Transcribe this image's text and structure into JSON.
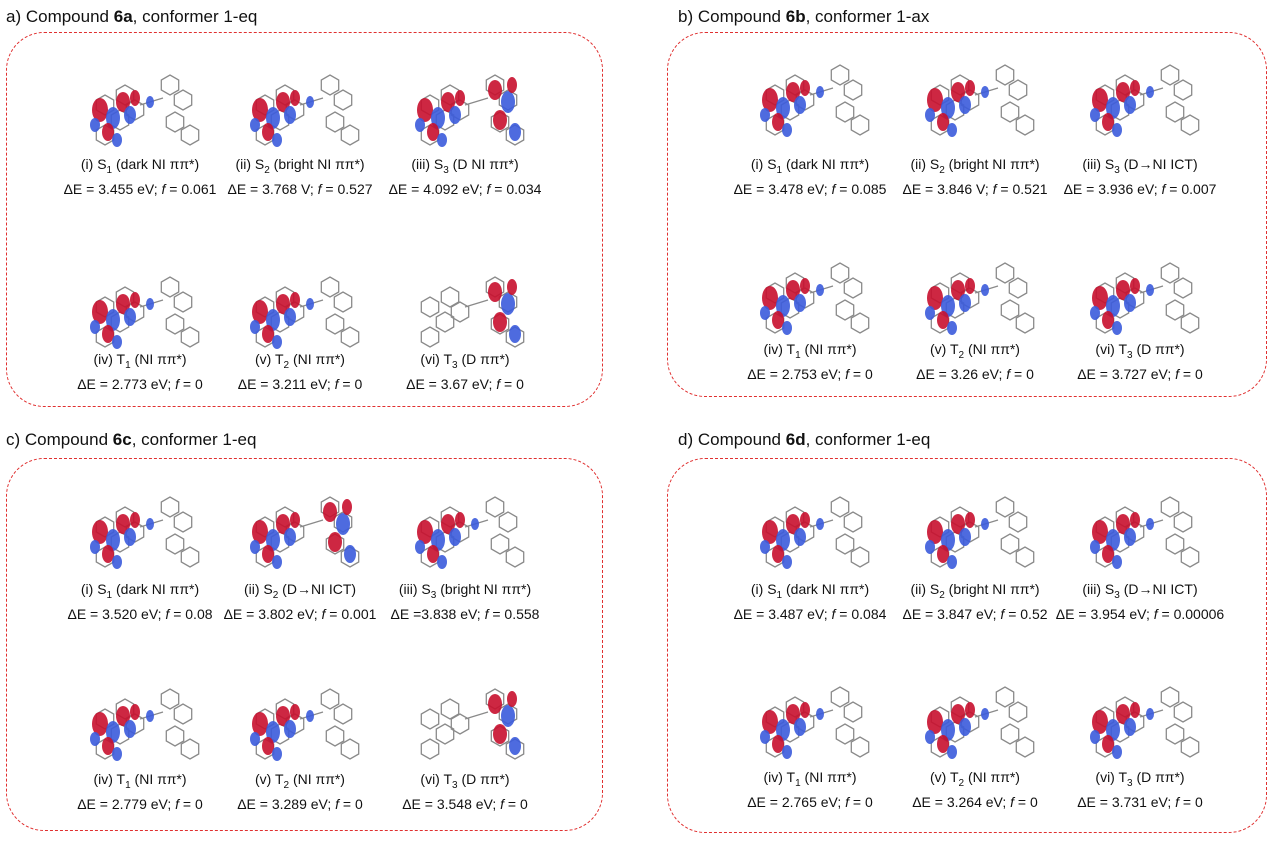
{
  "panels": [
    {
      "title_prefix": "a) Compound ",
      "compound": "6a",
      "title_suffix": ", conformer 1-eq",
      "states": [
        {
          "label_pre": "(i) S",
          "sub": "1",
          "label_post": " (dark NI ππ*)",
          "de": "ΔE = 3.455 eV;  ",
          "f_label": "f",
          "f_value": " = 0.061",
          "orbital_focus": "acceptor"
        },
        {
          "label_pre": "(ii) S",
          "sub": "2",
          "label_post": " (bright NI ππ*)",
          "de": "ΔE = 3.768 V; ",
          "f_label": "f",
          "f_value": " = 0.527",
          "orbital_focus": "acceptor"
        },
        {
          "label_pre": "(iii) S",
          "sub": "3",
          "label_post": " (D NI ππ*)",
          "de": "ΔE = 4.092 eV; ",
          "f_label": "f",
          "f_value": " = 0.034",
          "orbital_focus": "both"
        },
        {
          "label_pre": "(iv) T",
          "sub": "1",
          "label_post": " (NI ππ*)",
          "de": "ΔE =  2.773 eV; ",
          "f_label": "f",
          "f_value": " = 0",
          "orbital_focus": "acceptor"
        },
        {
          "label_pre": "(v) T",
          "sub": "2",
          "label_post": " (NI ππ*)",
          "de": "ΔE = 3.211 eV; ",
          "f_label": "f",
          "f_value": " = 0",
          "orbital_focus": "acceptor"
        },
        {
          "label_pre": "(vi) T",
          "sub": "3",
          "label_post": " (D ππ*)",
          "de": "ΔE = 3.67 eV; ",
          "f_label": "f",
          "f_value": " = 0",
          "orbital_focus": "donor"
        }
      ]
    },
    {
      "title_prefix": "b) Compound ",
      "compound": "6b",
      "title_suffix": ", conformer 1-ax",
      "states": [
        {
          "label_pre": "(i) S",
          "sub": "1",
          "label_post": " (dark NI ππ*)",
          "de": "ΔE = 3.478 eV;  ",
          "f_label": "f",
          "f_value": " = 0.085",
          "orbital_focus": "acceptor"
        },
        {
          "label_pre": "(ii) S",
          "sub": "2",
          "label_post": " (bright NI ππ*)",
          "de": "ΔE = 3.846 V; ",
          "f_label": "f",
          "f_value": " = 0.521",
          "orbital_focus": "acceptor"
        },
        {
          "label_pre": "(iii) S",
          "sub": "3",
          "label_post": " (D→NI ICT)",
          "de": "ΔE = 3.936 eV; ",
          "f_label": "f",
          "f_value": " = 0.007",
          "orbital_focus": "acceptor"
        },
        {
          "label_pre": "(iv) T",
          "sub": "1",
          "label_post": " (NI ππ*)",
          "de": "ΔE =  2.753 eV; ",
          "f_label": "f",
          "f_value": " = 0",
          "orbital_focus": "acceptor"
        },
        {
          "label_pre": "(v) T",
          "sub": "2",
          "label_post": " (NI ππ*)",
          "de": "ΔE = 3.26 eV; ",
          "f_label": "f",
          "f_value": " = 0",
          "orbital_focus": "acceptor"
        },
        {
          "label_pre": "(vi) T",
          "sub": "3",
          "label_post": " (D ππ*)",
          "de": "ΔE = 3.727 eV; ",
          "f_label": "f",
          "f_value": " = 0",
          "orbital_focus": "acceptor"
        }
      ]
    },
    {
      "title_prefix": "c) Compound ",
      "compound": "6c",
      "title_suffix": ", conformer 1-eq",
      "states": [
        {
          "label_pre": "(i) S",
          "sub": "1",
          "label_post": " (dark NI ππ*)",
          "de": "ΔE = 3.520  eV; ",
          "f_label": "f",
          "f_value": " = 0.08",
          "orbital_focus": "acceptor"
        },
        {
          "label_pre": "(ii) S",
          "sub": "2",
          "label_post": " (D→NI ICT)",
          "de": "ΔE = 3.802 eV; ",
          "f_label": "f",
          "f_value": " = 0.001",
          "orbital_focus": "both"
        },
        {
          "label_pre": "(iii) S",
          "sub": "3",
          "label_post": " (bright NI ππ*)",
          "de": "ΔE =3.838  eV; ",
          "f_label": "f",
          "f_value": " = 0.558",
          "orbital_focus": "acceptor"
        },
        {
          "label_pre": "(iv) T",
          "sub": "1",
          "label_post": " (NI ππ*)",
          "de": "ΔE = 2.779 eV; ",
          "f_label": "f",
          "f_value": " = 0",
          "orbital_focus": "acceptor"
        },
        {
          "label_pre": "(v) T",
          "sub": "2",
          "label_post": " (NI ππ*)",
          "de": "ΔE = 3.289 eV; ",
          "f_label": "f",
          "f_value": " = 0",
          "orbital_focus": "acceptor"
        },
        {
          "label_pre": "(vi) T",
          "sub": "3",
          "label_post": " (D ππ*)",
          "de": "ΔE = 3.548  eV; ",
          "f_label": "f",
          "f_value": " = 0",
          "orbital_focus": "donor"
        }
      ]
    },
    {
      "title_prefix": "d) Compound ",
      "compound": "6d",
      "title_suffix": ", conformer 1-eq",
      "states": [
        {
          "label_pre": "(i) S",
          "sub": "1",
          "label_post": " (dark NI ππ*)",
          "de": "ΔE = 3.487  eV; ",
          "f_label": "f",
          "f_value": " = 0.084",
          "orbital_focus": "acceptor"
        },
        {
          "label_pre": "(ii) S",
          "sub": "2",
          "label_post": " (bright NI ππ*)",
          "de": "ΔE = 3.847  eV; ",
          "f_label": "f",
          "f_value": " = 0.52",
          "orbital_focus": "acceptor"
        },
        {
          "label_pre": "(iii) S",
          "sub": "3",
          "label_post": " (D→NI ICT)",
          "de": "ΔE = 3.954  eV; ",
          "f_label": "f",
          "f_value": " = 0.00006",
          "orbital_focus": "acceptor"
        },
        {
          "label_pre": "(iv) T",
          "sub": "1",
          "label_post": " (NI ππ*)",
          "de": "ΔE = 2.765 eV; ",
          "f_label": "f",
          "f_value": " = 0",
          "orbital_focus": "acceptor"
        },
        {
          "label_pre": "(v) T",
          "sub": "2",
          "label_post": " (NI ππ*)",
          "de": "ΔE = 3.264  eV; ",
          "f_label": "f",
          "f_value": " = 0",
          "orbital_focus": "acceptor"
        },
        {
          "label_pre": "(vi) T",
          "sub": "3",
          "label_post": " (D ππ*)",
          "de": "ΔE = 3.731 eV; ",
          "f_label": "f",
          "f_value": " = 0",
          "orbital_focus": "acceptor"
        }
      ]
    }
  ],
  "colors": {
    "frame": "#e03030",
    "lobe_red": "#c8102e",
    "lobe_blue": "#3b5bdb",
    "bond": "#8a8a8a"
  }
}
